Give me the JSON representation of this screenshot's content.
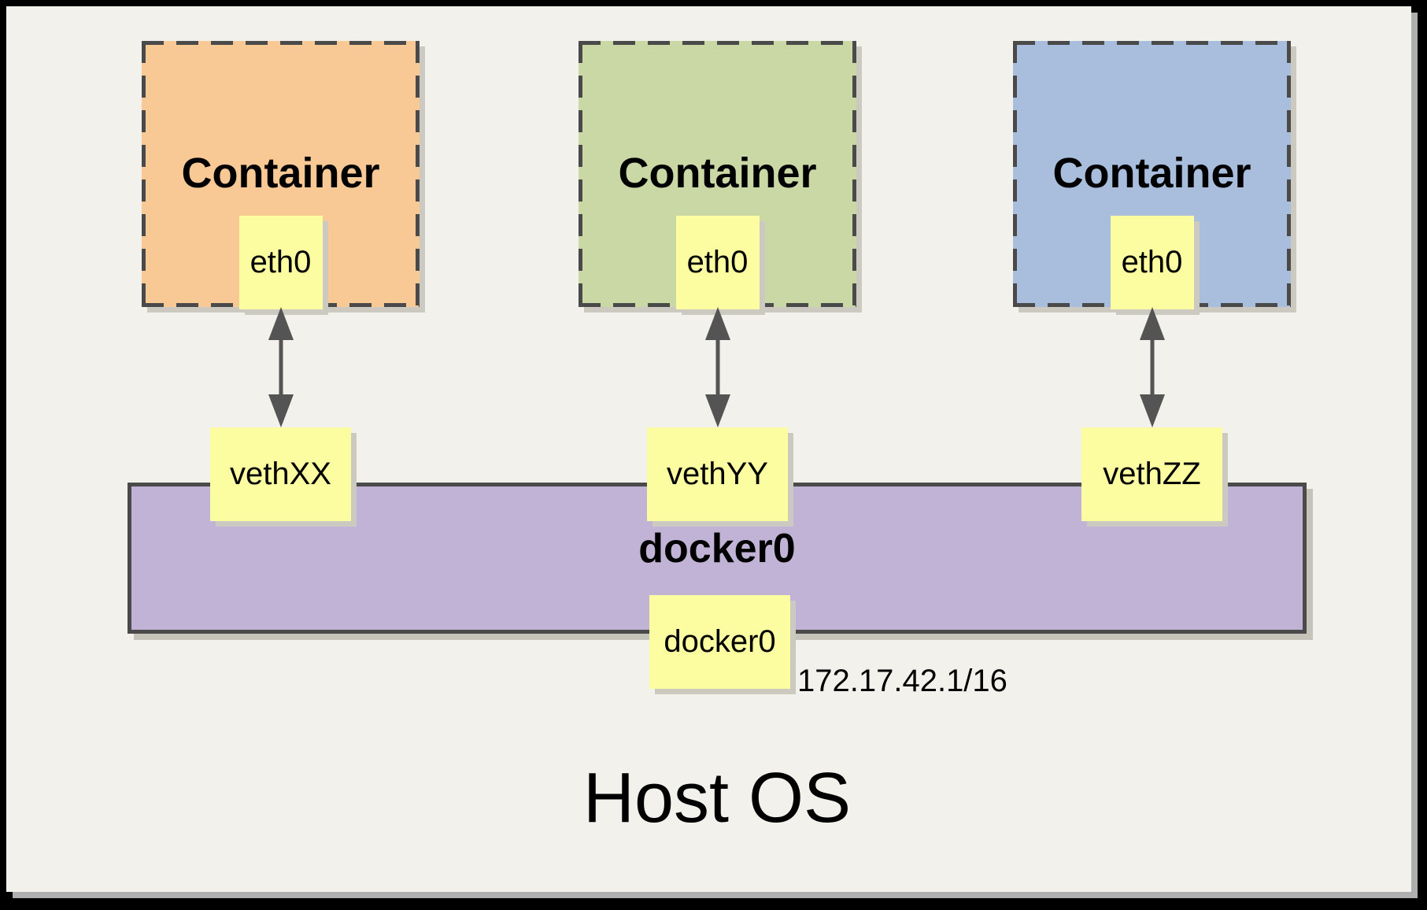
{
  "diagram": {
    "host_label": "Host OS",
    "containers": [
      {
        "label": "Container",
        "interface_label": "eth0",
        "veth_label": "vethXX",
        "fill": "#F8C895"
      },
      {
        "label": "Container",
        "interface_label": "eth0",
        "veth_label": "vethYY",
        "fill": "#CAD8A6"
      },
      {
        "label": "Container",
        "interface_label": "eth0",
        "veth_label": "vethZZ",
        "fill": "#A8BEDC"
      }
    ],
    "bridge": {
      "label": "docker0",
      "interface_label": "docker0",
      "ip": "172.17.42.1/16",
      "fill": "#C1B3D5"
    },
    "colors": {
      "panel_background": "#F3F1EB",
      "interface_chip": "#FCFCA0",
      "border_gray": "#4A4A4A",
      "arrow_gray": "#545454",
      "frame_black": "#000000"
    }
  }
}
